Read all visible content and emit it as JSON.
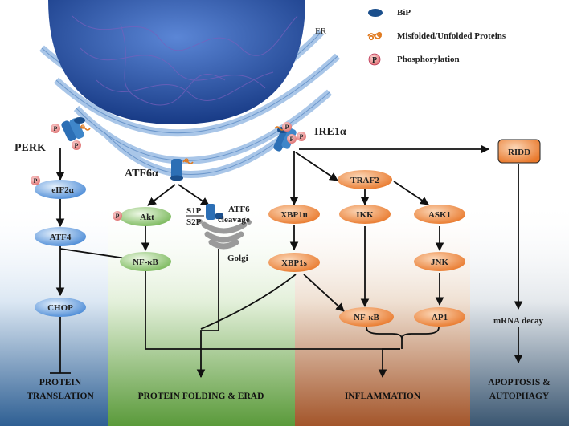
{
  "legend": {
    "bip": "BiP",
    "misfolded": "Misfolded/Unfolded Proteins",
    "phosphorylation": "Phosphorylation",
    "p_symbol": "P"
  },
  "organelles": {
    "er": "ER",
    "golgi": "Golgi"
  },
  "sensors": {
    "perk": "PERK",
    "atf6a": "ATF6α",
    "ire1a": "IRE1α"
  },
  "perk_branch": {
    "eif2a": "eIF2α",
    "atf4": "ATF4",
    "chop": "CHOP"
  },
  "atf6_branch": {
    "akt": "Akt",
    "nfkb": "NF-κB",
    "s1p": "S1P",
    "s2p": "S2P",
    "atf6": "ATF6",
    "cleavage": "cleavage"
  },
  "ire1_branch": {
    "xbp1u": "XBP1u",
    "xbp1s": "XBP1s",
    "traf2": "TRAF2",
    "ikk": "IKK",
    "ask1": "ASK1",
    "jnk": "JNK",
    "nfkb": "NF-κB",
    "ap1": "AP1",
    "ridd": "RIDD",
    "mrna_decay": "mRNA decay"
  },
  "outcomes": {
    "protein_translation_1": "PROTEIN",
    "protein_translation_2": "TRANSLATION",
    "folding": "PROTEIN FOLDING & ERAD",
    "inflammation": "INFLAMMATION",
    "apoptosis_1": "APOPTOSIS &",
    "apoptosis_2": "AUTOPHAGY"
  },
  "colors": {
    "er_blue": "#1d3f8f",
    "blue_node": "#5f9fe0",
    "green_node": "#8cc872",
    "orange_node": "#f08a3c",
    "bip": "#1b4f8c",
    "phospho": "#e88a8a"
  }
}
